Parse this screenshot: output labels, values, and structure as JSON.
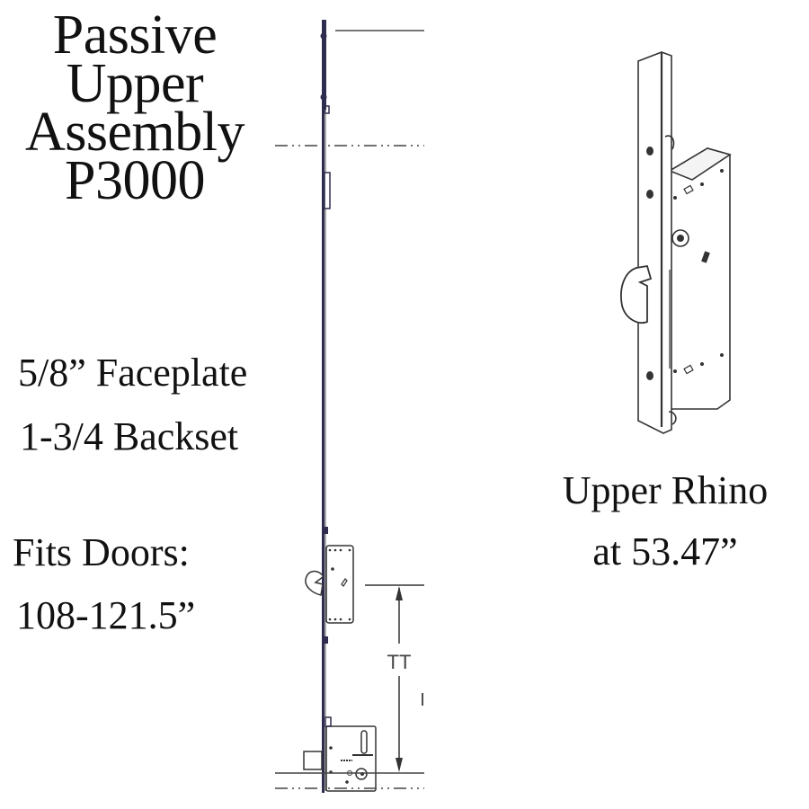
{
  "title": {
    "lines": [
      "Passive",
      "Upper",
      "Assembly",
      "P3000"
    ]
  },
  "specs": {
    "faceplate": "5/8” Faceplate",
    "backset": "1-3/4 Backset",
    "fits_label": "Fits Doors:",
    "fits_range": "108-121.5”"
  },
  "drawing": {
    "dimension_label": "TT",
    "secondary_mark": "I"
  },
  "detail": {
    "caption_line1": "Upper Rhino",
    "caption_line2": "at 53.47”"
  },
  "colors": {
    "rod": "#2e2d4f",
    "line": "#333333",
    "text": "#111111",
    "background": "#ffffff"
  }
}
